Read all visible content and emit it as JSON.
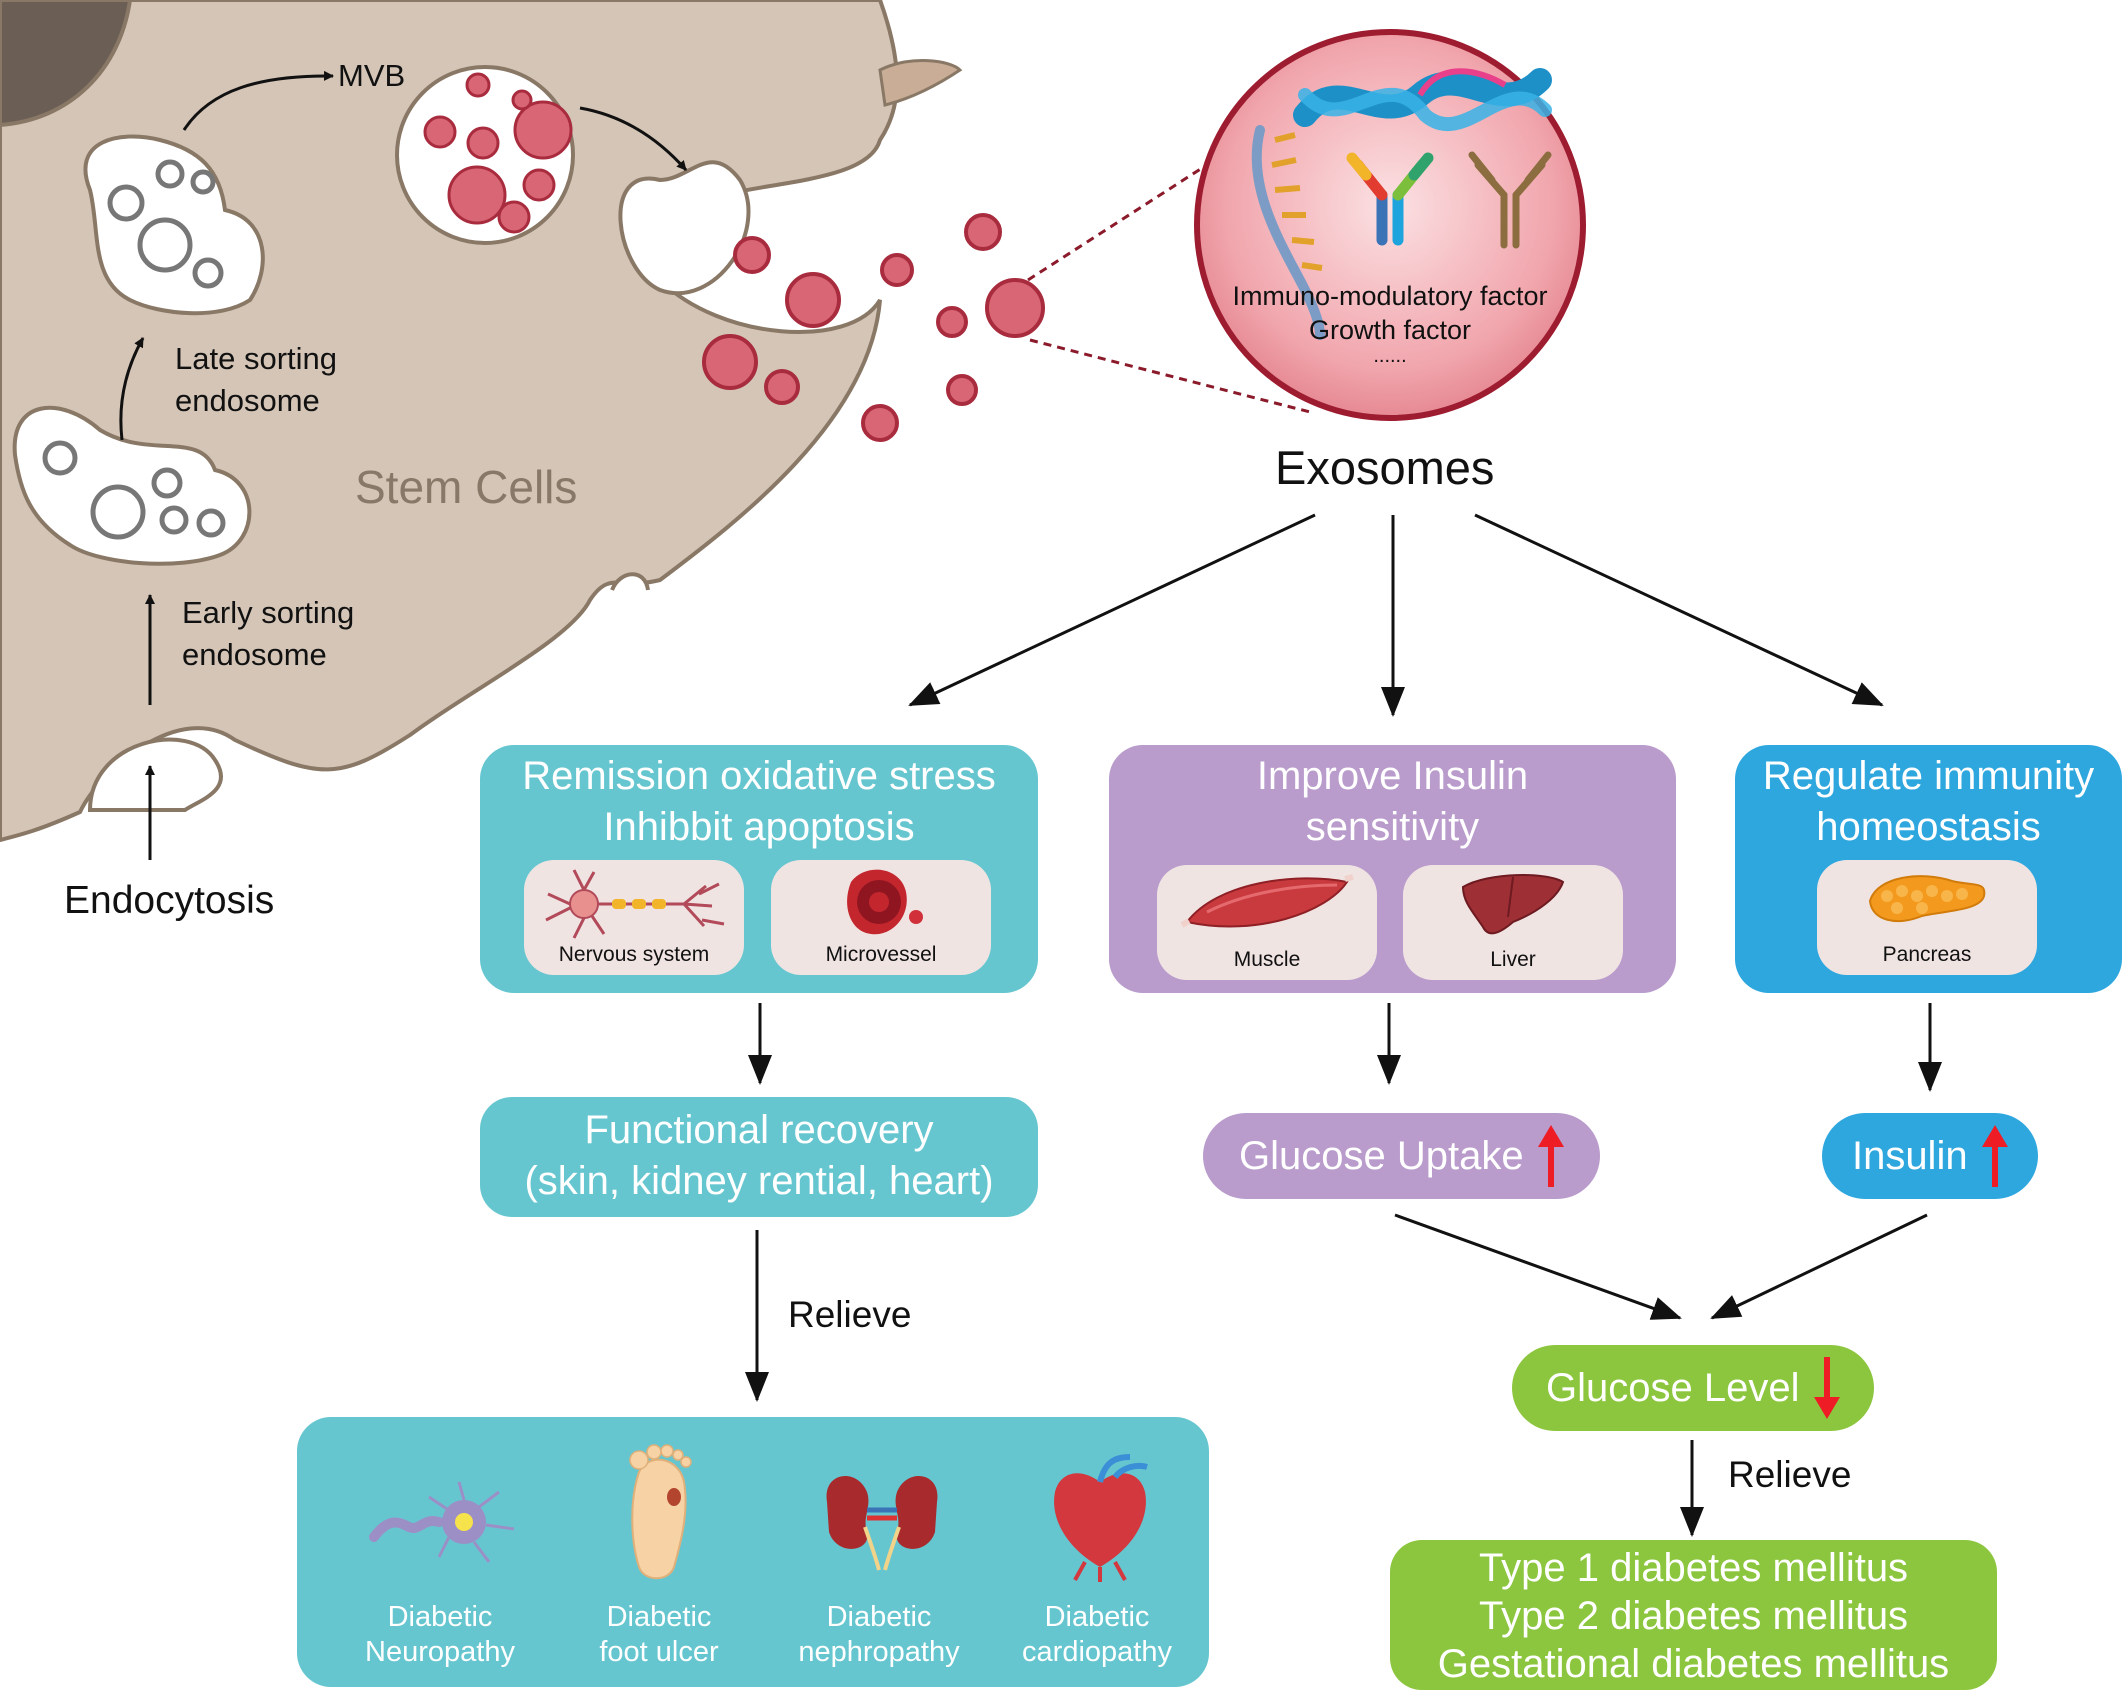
{
  "colors": {
    "cell": "#d4c5b6",
    "cell_outline": "#8a7866",
    "nucleus": "#6b5e55",
    "vesicle": "#d96674",
    "vesicle_outline": "#a82c3e",
    "teal": "#66c6d0",
    "purple": "#b99bcc",
    "blue": "#2ea7df",
    "green": "#8cc63f",
    "red_arrow": "#ee1c25"
  },
  "cell": {
    "title": "Stem Cells",
    "mvb_label": "MVB",
    "late_label": "Late sorting\nendosome",
    "early_label": "Early sorting\nendosome",
    "endocytosis_label": "Endocytosis"
  },
  "exosome_zoom": {
    "factor1": "Immuno-modulatory factor",
    "factor2": "Growth factor",
    "ellipsis": "......"
  },
  "exosomes_label": "Exosomes",
  "boxes": {
    "oxidative": {
      "title": "Remission oxidative stress\nInhibbit apoptosis",
      "pill1": "Nervous system",
      "pill2": "Microvessel"
    },
    "insulin": {
      "title": "Improve Insulin\nsensitivity",
      "pill1": "Muscle",
      "pill2": "Liver"
    },
    "immunity": {
      "title": "Regulate immunity\nhomeostasis",
      "pill1": "Pancreas"
    }
  },
  "functional_recovery": "Functional recovery\n(skin, kidney rential, heart)",
  "glucose_uptake": "Glucose Uptake",
  "insulin": "Insulin",
  "glucose_level": "Glucose Level",
  "relieve_left": "Relieve",
  "relieve_right": "Relieve",
  "complications": [
    "Diabetic\nNeuropathy",
    "Diabetic\nfoot ulcer",
    "Diabetic\nnephropathy",
    "Diabetic\ncardiopathy"
  ],
  "diabetes_types": [
    "Type 1 diabetes mellitus",
    "Type 2 diabetes mellitus",
    "Gestational diabetes mellitus"
  ]
}
